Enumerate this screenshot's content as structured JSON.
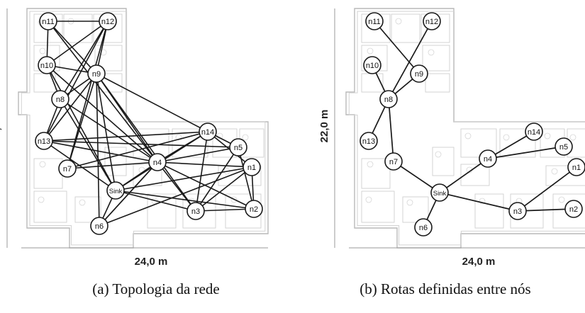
{
  "captions": {
    "a": "(a) Topologia da rede",
    "b": "(b) Rotas definidas entre nós"
  },
  "dimensions": {
    "height_label": "22,0 m",
    "width_label": "24,0 m"
  },
  "nodes": [
    {
      "id": "n11",
      "label": "n11"
    },
    {
      "id": "n12",
      "label": "n12"
    },
    {
      "id": "n10",
      "label": "n10"
    },
    {
      "id": "n9",
      "label": "n9"
    },
    {
      "id": "n8",
      "label": "n8"
    },
    {
      "id": "n13",
      "label": "n13"
    },
    {
      "id": "n14",
      "label": "n14"
    },
    {
      "id": "n5",
      "label": "n5"
    },
    {
      "id": "n7",
      "label": "n7"
    },
    {
      "id": "n4",
      "label": "n4"
    },
    {
      "id": "n1",
      "label": "n1"
    },
    {
      "id": "Sink",
      "label": "Sink"
    },
    {
      "id": "n3",
      "label": "n3"
    },
    {
      "id": "n2",
      "label": "n2"
    },
    {
      "id": "n6",
      "label": "n6"
    }
  ],
  "topology_links": [
    [
      "n11",
      "n12"
    ],
    [
      "n11",
      "n10"
    ],
    [
      "n11",
      "n9"
    ],
    [
      "n11",
      "n4"
    ],
    [
      "n12",
      "n10"
    ],
    [
      "n12",
      "n9"
    ],
    [
      "n12",
      "n8"
    ],
    [
      "n12",
      "n13"
    ],
    [
      "n12",
      "n7"
    ],
    [
      "n10",
      "n9"
    ],
    [
      "n10",
      "n8"
    ],
    [
      "n10",
      "n4"
    ],
    [
      "n10",
      "Sink"
    ],
    [
      "n9",
      "n8"
    ],
    [
      "n9",
      "n13"
    ],
    [
      "n9",
      "n7"
    ],
    [
      "n9",
      "n4"
    ],
    [
      "n9",
      "Sink"
    ],
    [
      "n9",
      "n6"
    ],
    [
      "n9",
      "n3"
    ],
    [
      "n9",
      "n14"
    ],
    [
      "n8",
      "n13"
    ],
    [
      "n8",
      "Sink"
    ],
    [
      "n8",
      "n4"
    ],
    [
      "n13",
      "n14"
    ],
    [
      "n13",
      "n4"
    ],
    [
      "n13",
      "n5"
    ],
    [
      "n13",
      "Sink"
    ],
    [
      "n7",
      "n4"
    ],
    [
      "n7",
      "n14"
    ],
    [
      "n14",
      "n4"
    ],
    [
      "n14",
      "n5"
    ],
    [
      "n14",
      "n1"
    ],
    [
      "n14",
      "Sink"
    ],
    [
      "n14",
      "n3"
    ],
    [
      "n5",
      "n4"
    ],
    [
      "n5",
      "n3"
    ],
    [
      "n5",
      "n2"
    ],
    [
      "n4",
      "n1"
    ],
    [
      "n4",
      "n3"
    ],
    [
      "n4",
      "n2"
    ],
    [
      "n4",
      "Sink"
    ],
    [
      "n4",
      "n6"
    ],
    [
      "n1",
      "n3"
    ],
    [
      "n1",
      "n2"
    ],
    [
      "n1",
      "Sink"
    ],
    [
      "Sink",
      "n3"
    ],
    [
      "Sink",
      "n6"
    ],
    [
      "Sink",
      "n2"
    ],
    [
      "n3",
      "n2"
    ],
    [
      "n6",
      "n1"
    ],
    [
      "n6",
      "n4"
    ]
  ],
  "route_links": [
    [
      "n11",
      "n9"
    ],
    [
      "n12",
      "n8"
    ],
    [
      "n10",
      "n8"
    ],
    [
      "n9",
      "n8"
    ],
    [
      "n8",
      "n13"
    ],
    [
      "n8",
      "n7"
    ],
    [
      "n7",
      "Sink"
    ],
    [
      "n14",
      "n4"
    ],
    [
      "n5",
      "n4"
    ],
    [
      "n4",
      "Sink"
    ],
    [
      "Sink",
      "n6"
    ],
    [
      "Sink",
      "n3"
    ],
    [
      "n3",
      "n2"
    ],
    [
      "n3",
      "n1"
    ]
  ]
}
